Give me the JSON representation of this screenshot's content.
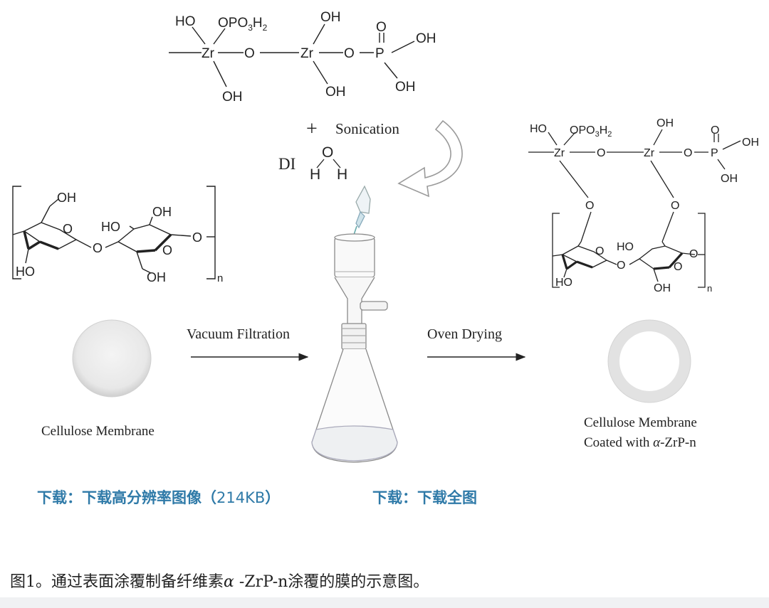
{
  "figure": {
    "top_structure": {
      "ho1": "HO",
      "opo3h2": "OPO",
      "sub3": "3",
      "h2": "H",
      "sub2": "2",
      "zr1": "Zr",
      "o1": "O",
      "zr2": "Zr",
      "o2": "O",
      "p": "P",
      "oh_top": "OH",
      "o_dbl": "O",
      "oh_p_right": "OH",
      "oh_zr1": "OH",
      "oh_zr2": "OH",
      "oh_p_bottom": "OH"
    },
    "reagent": {
      "plus": "+",
      "sonication": "Sonication",
      "di": "DI",
      "o": "O",
      "h1": "H",
      "h2": "H"
    },
    "cellulose": {
      "oh_top": "OH",
      "o_ring1": "O",
      "ho_mid": "HO",
      "oh_mid": "OH",
      "o_link": "O",
      "o_ring2": "O",
      "o_end": "O",
      "ho_bottom": "HO",
      "oh_bottom": "OH",
      "n": "n"
    },
    "coated_structure": {
      "ho": "HO",
      "opo3h2": "OPO",
      "sub3": "3",
      "h2": "H",
      "sub2": "2",
      "oh_top": "OH",
      "zr1": "Zr",
      "o1": "O",
      "zr2": "Zr",
      "o2": "O",
      "p": "P",
      "o_dbl": "O",
      "oh_right": "OH",
      "oh_p": "OH",
      "o_bridge1": "O",
      "o_bridge2": "O",
      "o_ring1": "O",
      "ho_mid": "HO",
      "o_link": "O",
      "o_ring2": "O",
      "o_end": "O",
      "ho_bottom": "HO",
      "oh_bottom": "OH",
      "n": "n"
    },
    "labels": {
      "vacuum_filtration": "Vacuum Filtration",
      "oven_drying": "Oven Drying",
      "cellulose_membrane": "Cellulose Membrane",
      "coated_line1": "Cellulose Membrane",
      "coated_line2_prefix": "Coated with ",
      "coated_line2_greek": "α",
      "coated_line2_suffix": "-ZrP-n"
    }
  },
  "links": {
    "download_hires": "下载：下载高分辨率图像（",
    "download_hires_size": "214KB",
    "download_hires_close": "）",
    "download_full": "下载：下载全图"
  },
  "caption": {
    "prefix": "图1。通过表面涂覆制备纤维素",
    "greek": "α",
    "suffix": " -ZrP-n涂覆的膜的示意图。"
  }
}
